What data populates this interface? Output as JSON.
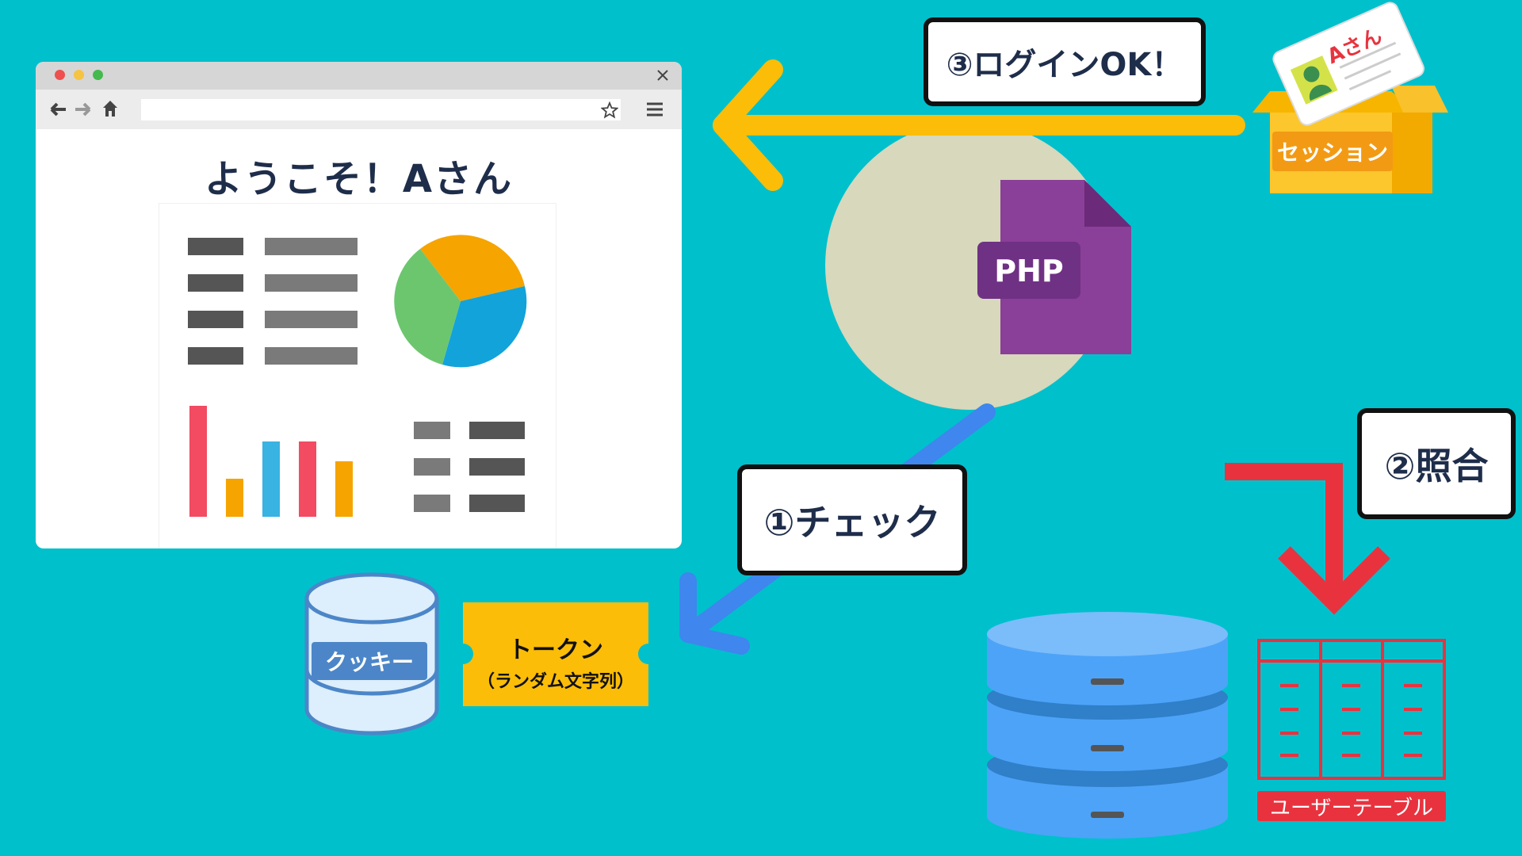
{
  "browser": {
    "welcome_text": "ようこそ！Aさん",
    "window_dot_colors": [
      "#ef4f4f",
      "#f6c343",
      "#45b94d"
    ]
  },
  "php": {
    "label": "PHP"
  },
  "steps": {
    "check": "①チェック",
    "match": "②照合",
    "login_ok": "③ログインOK！"
  },
  "cookie": {
    "label": "クッキー"
  },
  "token": {
    "title": "トークン",
    "subtitle": "（ランダム文字列）"
  },
  "session": {
    "label": "セッション",
    "card_name": "Aさん"
  },
  "user_table": {
    "label": "ユーザーテーブル"
  },
  "icons": [
    "back-arrow-icon",
    "forward-arrow-icon",
    "home-icon",
    "star-icon",
    "menu-icon",
    "close-icon",
    "php-file-icon",
    "database-icon",
    "cookie-jar-icon",
    "ticket-icon",
    "session-box-icon",
    "id-card-icon",
    "table-icon"
  ]
}
